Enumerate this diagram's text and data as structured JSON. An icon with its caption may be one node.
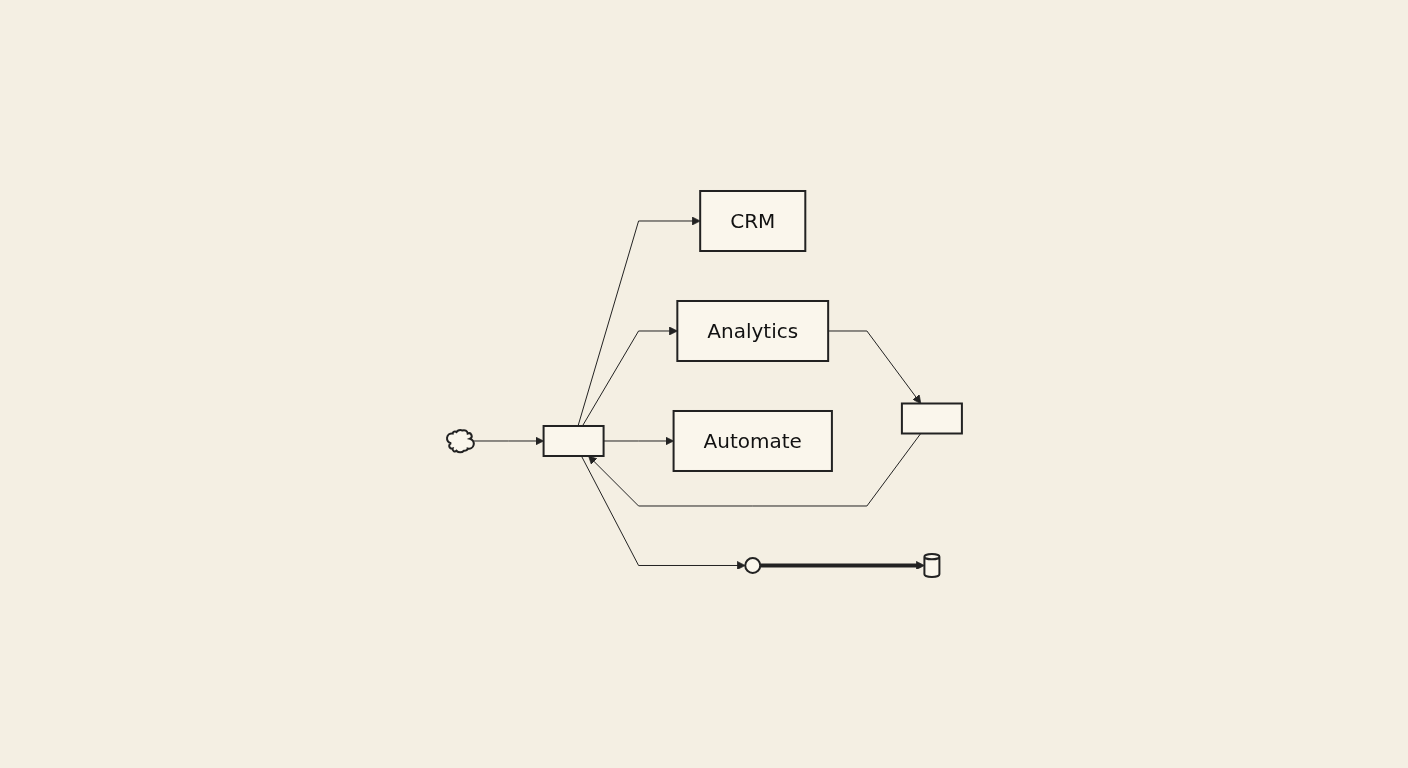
{
  "diagram": {
    "nodes": [
      {
        "text": [],
        "shape": "cloud"
      },
      {
        "text": [],
        "shape": "box"
      },
      {
        "text": [],
        "shape": "box"
      },
      {
        "text": [
          "CRM"
        ]
      },
      {
        "text": [
          "Analytics"
        ]
      },
      {
        "text": [
          "Automate"
        ]
      },
      {
        "text": [],
        "shape": "circle"
      },
      {
        "text": [],
        "shape": "cylinder"
      }
    ],
    "edges": [
      {
        "from": 0,
        "to": 1,
        "arrow": "to"
      },
      {
        "from": 1,
        "to": 3,
        "arrow": "to"
      },
      {
        "from": 1,
        "to": 4,
        "arrow": "to"
      },
      {
        "from": 1,
        "to": 5,
        "arrow": "to"
      },
      {
        "from": 4,
        "to": 2,
        "arrow": "to"
      },
      {
        "from": 2,
        "to": 1,
        "arrow": "to"
      },
      {
        "from": 1,
        "to": 6,
        "arrow": "to"
      },
      {
        "from": 6,
        "to": 7,
        "arrow": "to",
        "style": "thick"
      }
    ]
  }
}
